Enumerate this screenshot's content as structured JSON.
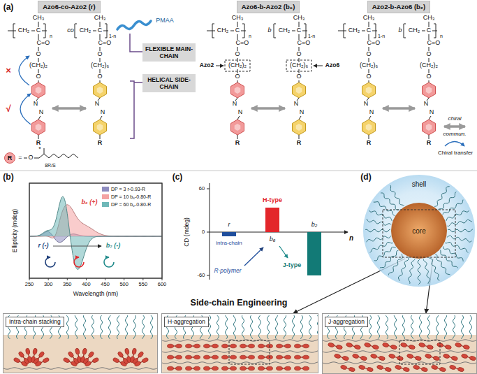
{
  "diagram": {
    "nodes": [
      {
        "text": [
          "Azo6-co-Azo2 (r)"
        ]
      },
      {
        "text": [
          "Azo6-b-Azo2 (b₆)"
        ]
      },
      {
        "text": [
          "Azo2-b-Azo6 (b₂)"
        ]
      },
      {
        "text": [
          "FLEXIBLE MAIN-CHAIN"
        ]
      },
      {
        "text": [
          "HELICAL SIDE-CHAIN"
        ]
      },
      {
        "text": [
          "R"
        ]
      },
      {
        "text": [
          "shell"
        ]
      },
      {
        "text": [
          "core"
        ],
        "in": 6
      },
      {
        "text": [
          "Intra-chain stacking"
        ]
      },
      {
        "text": [
          "H-aggregation"
        ]
      },
      {
        "text": [
          "J-aggregation"
        ]
      }
    ],
    "edges": [
      {
        "from": 7,
        "to": 9,
        "arrow": "to"
      },
      {
        "from": 7,
        "to": 10,
        "arrow": "to"
      }
    ],
    "labels": [
      "CH₃",
      "CH₃",
      "CH₂",
      "C",
      "n",
      "co",
      "CH₂",
      "C",
      "1-n",
      "C=O",
      "C=O",
      "O",
      "O",
      "(CH₂)₂",
      "(CH₂)₆",
      "O",
      "O",
      "N",
      "N",
      "N",
      "N",
      "R",
      "R",
      "CH₃",
      "CH₃",
      "CH₂",
      "C",
      "n",
      "b",
      "CH₂",
      "C",
      "1-n",
      "C=O",
      "C=O",
      "O",
      "O",
      "(CH₂)₂",
      "(CH₂)₆",
      "O",
      "O",
      "N",
      "N",
      "N",
      "N",
      "R",
      "R",
      "CH₃",
      "CH₃",
      "CH₂",
      "C",
      "1-n",
      "b",
      "CH₂",
      "C",
      "n",
      "C=O",
      "C=O",
      "O",
      "O",
      "(CH₂)₆",
      "(CH₂)₂",
      "O",
      "O",
      "N",
      "N",
      "N",
      "N",
      "R",
      "R",
      "(a)",
      "PMAA",
      "×",
      "√",
      "Azo2",
      "Azo6",
      "chiral",
      "commun.",
      "Chiral transfer",
      "=",
      "O",
      "*",
      "8R/S",
      "(b)",
      "Ellipticity (mdeg)",
      "Wavelength (nm)",
      "250",
      "300",
      "350",
      "400",
      "450",
      "500",
      "550",
      "600",
      "b₆ (+)",
      "r (-)",
      "b₂ (-)",
      "(c)",
      "CD (mdeg)",
      "60",
      "0",
      "-60",
      "n",
      "r",
      "intra-chain",
      "H-type",
      "b₆",
      "b₂",
      "J-type",
      "R-polymer",
      "(d)",
      "Side-chain Engineering"
    ],
    "legend": [
      {
        "text": "DP = 3 r-0.93-R",
        "color": "#8e8cc0"
      },
      {
        "text": "DP = 10 b₆-0.80-R",
        "color": "#f4a3a3"
      },
      {
        "text": "DP = 60 b₂-0.80-R",
        "color": "#6fb8b8"
      }
    ]
  }
}
